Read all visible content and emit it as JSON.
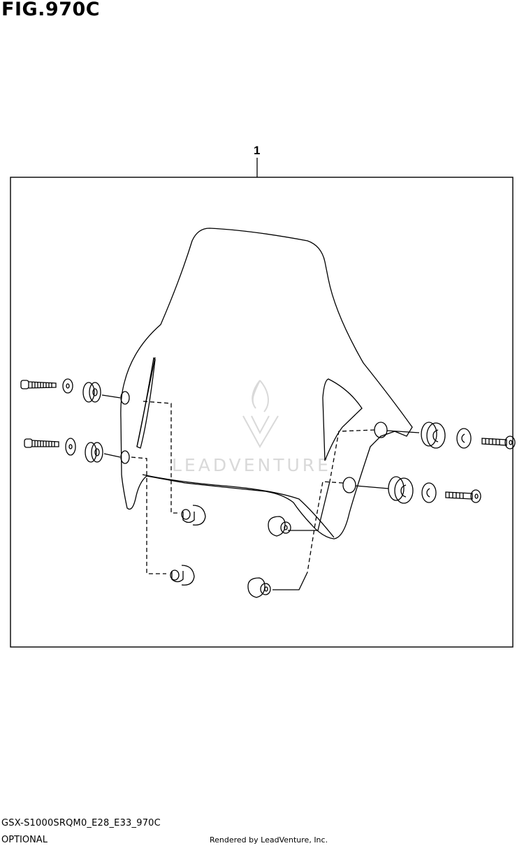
{
  "figure": {
    "title": "FIG.970C"
  },
  "diagram": {
    "callouts": [
      {
        "label": "1"
      }
    ],
    "parts": [
      "windscreen",
      "bolt",
      "washer",
      "collar",
      "grommet",
      "well-nut"
    ],
    "watermark": {
      "text": "LEADVENTURE",
      "color": "#d9d9d9"
    }
  },
  "footer": {
    "model_code": "GSX-S1000SRQM0_E28_E33_970C",
    "category": "OPTIONAL",
    "rendered_by": "Rendered by LeadVenture, Inc."
  }
}
